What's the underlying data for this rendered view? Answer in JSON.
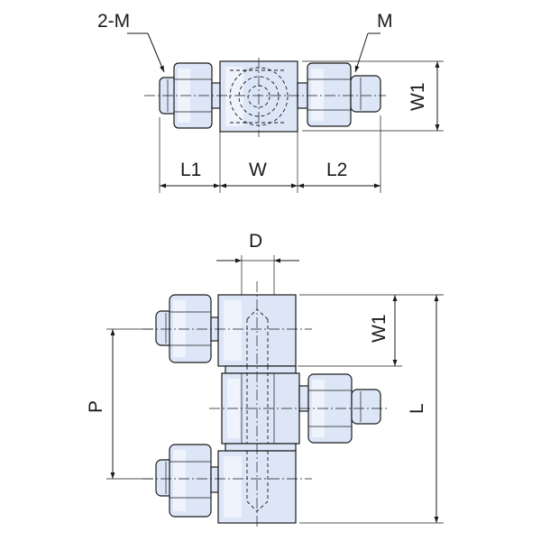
{
  "top_view": {
    "label_2m": "2-M",
    "label_m": "M",
    "label_w1": "W1",
    "label_l1": "L1",
    "label_w": "W",
    "label_l2": "L2"
  },
  "front_view": {
    "label_d": "D",
    "label_w1": "W1",
    "label_p": "P",
    "label_l": "L"
  },
  "colors": {
    "part_fill": "#dce6f7",
    "outline": "#1a1a1a",
    "background": "#ffffff"
  }
}
